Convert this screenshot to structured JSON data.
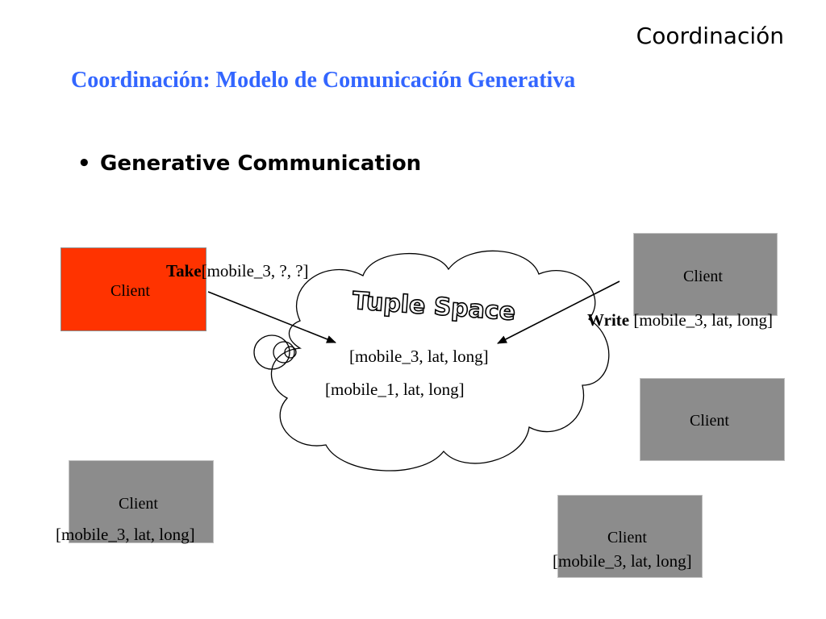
{
  "header": {
    "title": "Coordinación"
  },
  "slide": {
    "title": "Coordinación: Modelo de Comunicación Generativa",
    "bullet": {
      "dot": "•",
      "text": "Generative Communication"
    }
  },
  "diagram": {
    "cloud_label": "Tuple Space",
    "tuples": [
      "[mobile_3, lat, long]",
      "[mobile_1, lat, long]"
    ],
    "take": {
      "op": "Take",
      "args": "[mobile_3, ?, ?]"
    },
    "write": {
      "op": "Write",
      "args": " [mobile_3, lat, long]"
    },
    "clients": [
      {
        "label": "Client"
      },
      {
        "label": "Client"
      },
      {
        "label": "Client"
      },
      {
        "label": "Client",
        "tuple": "[mobile_3, lat, long]"
      },
      {
        "label": "Client",
        "tuple": "[mobile_3, lat, long]"
      }
    ],
    "colors": {
      "active_client": "#ff3300",
      "client": "#8c8c8c",
      "title": "#3366ff"
    }
  }
}
